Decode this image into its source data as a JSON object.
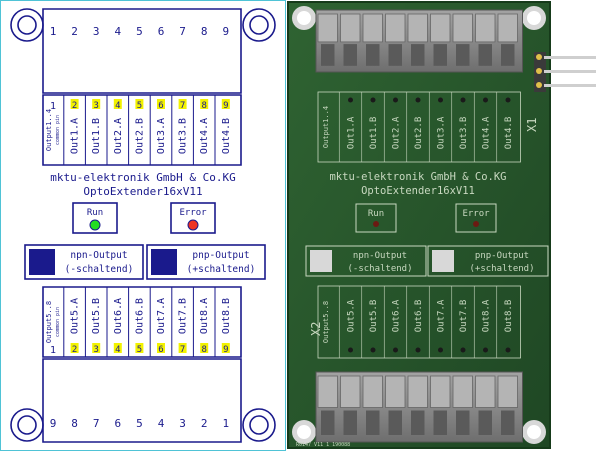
{
  "board": {
    "company": "mktu-elektronik GmbH & Co.KG",
    "product": "OptoExtender16xV11"
  },
  "top_connector": {
    "pins": [
      "1",
      "2",
      "3",
      "4",
      "5",
      "6",
      "7",
      "8",
      "9"
    ],
    "common_label": "Output1..4",
    "common_sub": "common pin",
    "outputs": [
      "Out1.A",
      "Out1.B",
      "Out2.A",
      "Out2.B",
      "Out3.A",
      "Out3.B",
      "Out4.A",
      "Out4.B"
    ],
    "side_label": "X1"
  },
  "bottom_connector": {
    "pins_top": [
      "1",
      "2",
      "3",
      "4",
      "5",
      "6",
      "7",
      "8",
      "9"
    ],
    "pins_bottom": [
      "9",
      "8",
      "7",
      "6",
      "5",
      "4",
      "3",
      "2",
      "1"
    ],
    "common_label": "Output5..8",
    "common_sub": "common pin",
    "outputs": [
      "Out5.A",
      "Out5.B",
      "Out6.A",
      "Out6.B",
      "Out7.A",
      "Out7.B",
      "Out8.A",
      "Out8.B"
    ],
    "side_label": "X2"
  },
  "leds": {
    "run": {
      "label": "Run",
      "color": "#22dd22"
    },
    "error": {
      "label": "Error",
      "color": "#ee3322"
    }
  },
  "modes": {
    "npn": {
      "title": "npn-Output",
      "subtitle": "(-schaltend)"
    },
    "pnp": {
      "title": "pnp-Output",
      "subtitle": "(+schaltend)"
    }
  },
  "photo_footer": "R0147 V11 1 190088",
  "colors": {
    "ink": "#1a1a8c",
    "pcb": "#2b5a2e",
    "silkscreen": "#c8d8c0",
    "terminal": "#8a8a8a",
    "pad_yellow": "#f2f200"
  }
}
